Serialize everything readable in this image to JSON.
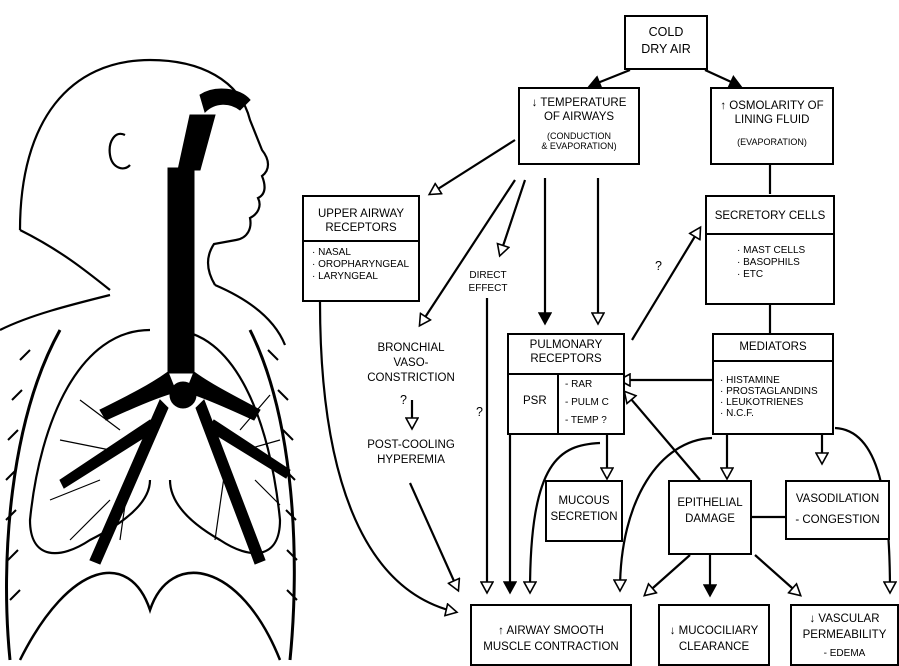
{
  "cold_dry_air": [
    "COLD",
    "DRY AIR"
  ],
  "temperature": {
    "title": [
      "↓ TEMPERATURE",
      "OF AIRWAYS"
    ],
    "note": [
      "(CONDUCTION",
      "& EVAPORATION)"
    ]
  },
  "osmolarity": {
    "title": [
      "↑ OSMOLARITY OF",
      "LINING FLUID"
    ],
    "note": "(EVAPORATION)"
  },
  "upper_airway": {
    "title": [
      "UPPER AIRWAY",
      "RECEPTORS"
    ],
    "items": [
      "· NASAL",
      "· OROPHARYNGEAL",
      "· LARYNGEAL"
    ]
  },
  "direct_effect": [
    "DIRECT",
    "EFFECT"
  ],
  "secretory": {
    "title": "SECRETORY CELLS",
    "items": [
      "· MAST CELLS",
      "· BASOPHILS",
      "· ETC"
    ]
  },
  "pulmonary": {
    "title": [
      "PULMONARY",
      "RECEPTORS"
    ],
    "psr": "PSR",
    "items": [
      "- RAR",
      "- PULM C",
      "- TEMP ?"
    ]
  },
  "mediators": {
    "title": "MEDIATORS",
    "items": [
      "· HISTAMINE",
      "· PROSTAGLANDINS",
      "· LEUKOTRIENES",
      "· N.C.F."
    ]
  },
  "bronchial": [
    "BRONCHIAL",
    "VASO-",
    "CONSTRICTION"
  ],
  "post_cooling": [
    "POST-COOLING",
    "HYPEREMIA"
  ],
  "question_marks": [
    "?",
    "?",
    "?"
  ],
  "mucous": [
    "MUCOUS",
    "SECRETION"
  ],
  "epithelial": [
    "EPITHELIAL",
    "DAMAGE"
  ],
  "vasodilation": {
    "title": "VASODILATION",
    "sub": "- CONGESTION"
  },
  "airway_smooth": [
    "↑ AIRWAY SMOOTH",
    "MUSCLE CONTRACTION"
  ],
  "mucociliary": [
    "↓ MUCOCILIARY",
    "CLEARANCE"
  ],
  "vascular": [
    "↓ VASCULAR",
    "PERMEABILITY",
    "- EDEMA"
  ]
}
